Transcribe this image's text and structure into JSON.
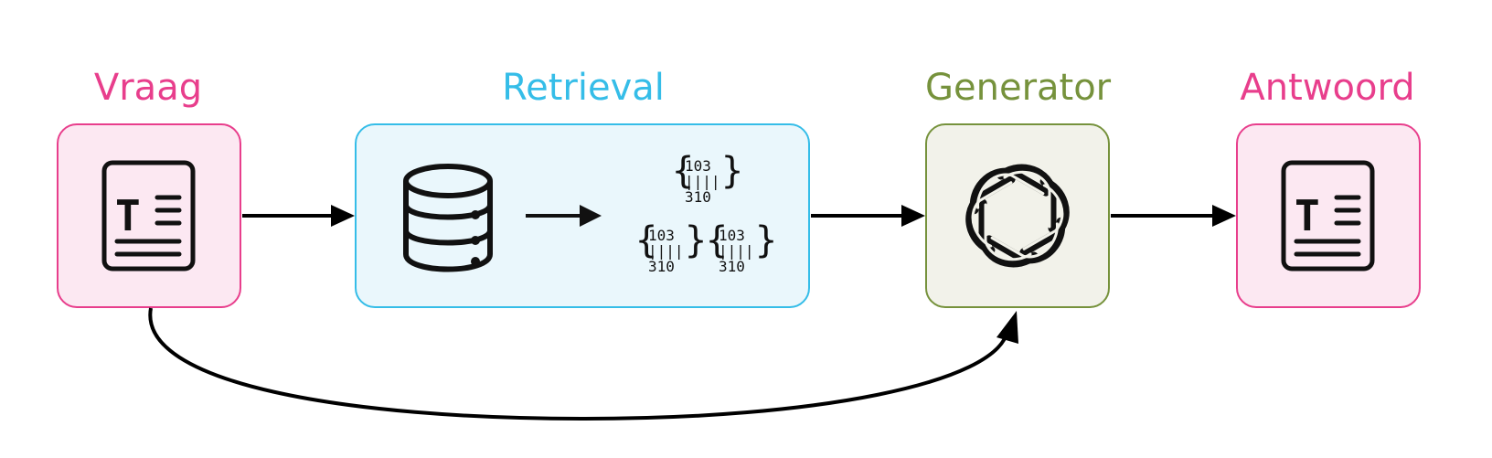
{
  "diagram": {
    "nodes": {
      "vraag": {
        "label": "Vraag",
        "color": "#e83e8c",
        "fill": "#fce8f2",
        "icon": "document-text-icon"
      },
      "retrieval": {
        "label": "Retrieval",
        "color": "#35bde8",
        "fill": "#eaf7fc",
        "icons": [
          "database-icon",
          "arrow-right-icon",
          "vector-embeddings-icon"
        ]
      },
      "generator": {
        "label": "Generator",
        "color": "#76923c",
        "fill": "#f2f2ea",
        "icon": "openai-logo-icon"
      },
      "antwoord": {
        "label": "Antwoord",
        "color": "#e83e8c",
        "fill": "#fce8f2",
        "icon": "document-text-icon"
      }
    },
    "vector_rows": [
      "103",
      "||||",
      "310"
    ],
    "edges": [
      {
        "from": "vraag",
        "to": "retrieval"
      },
      {
        "from": "retrieval",
        "to": "generator"
      },
      {
        "from": "generator",
        "to": "antwoord"
      },
      {
        "from": "vraag",
        "to": "generator",
        "style": "curved"
      }
    ]
  }
}
